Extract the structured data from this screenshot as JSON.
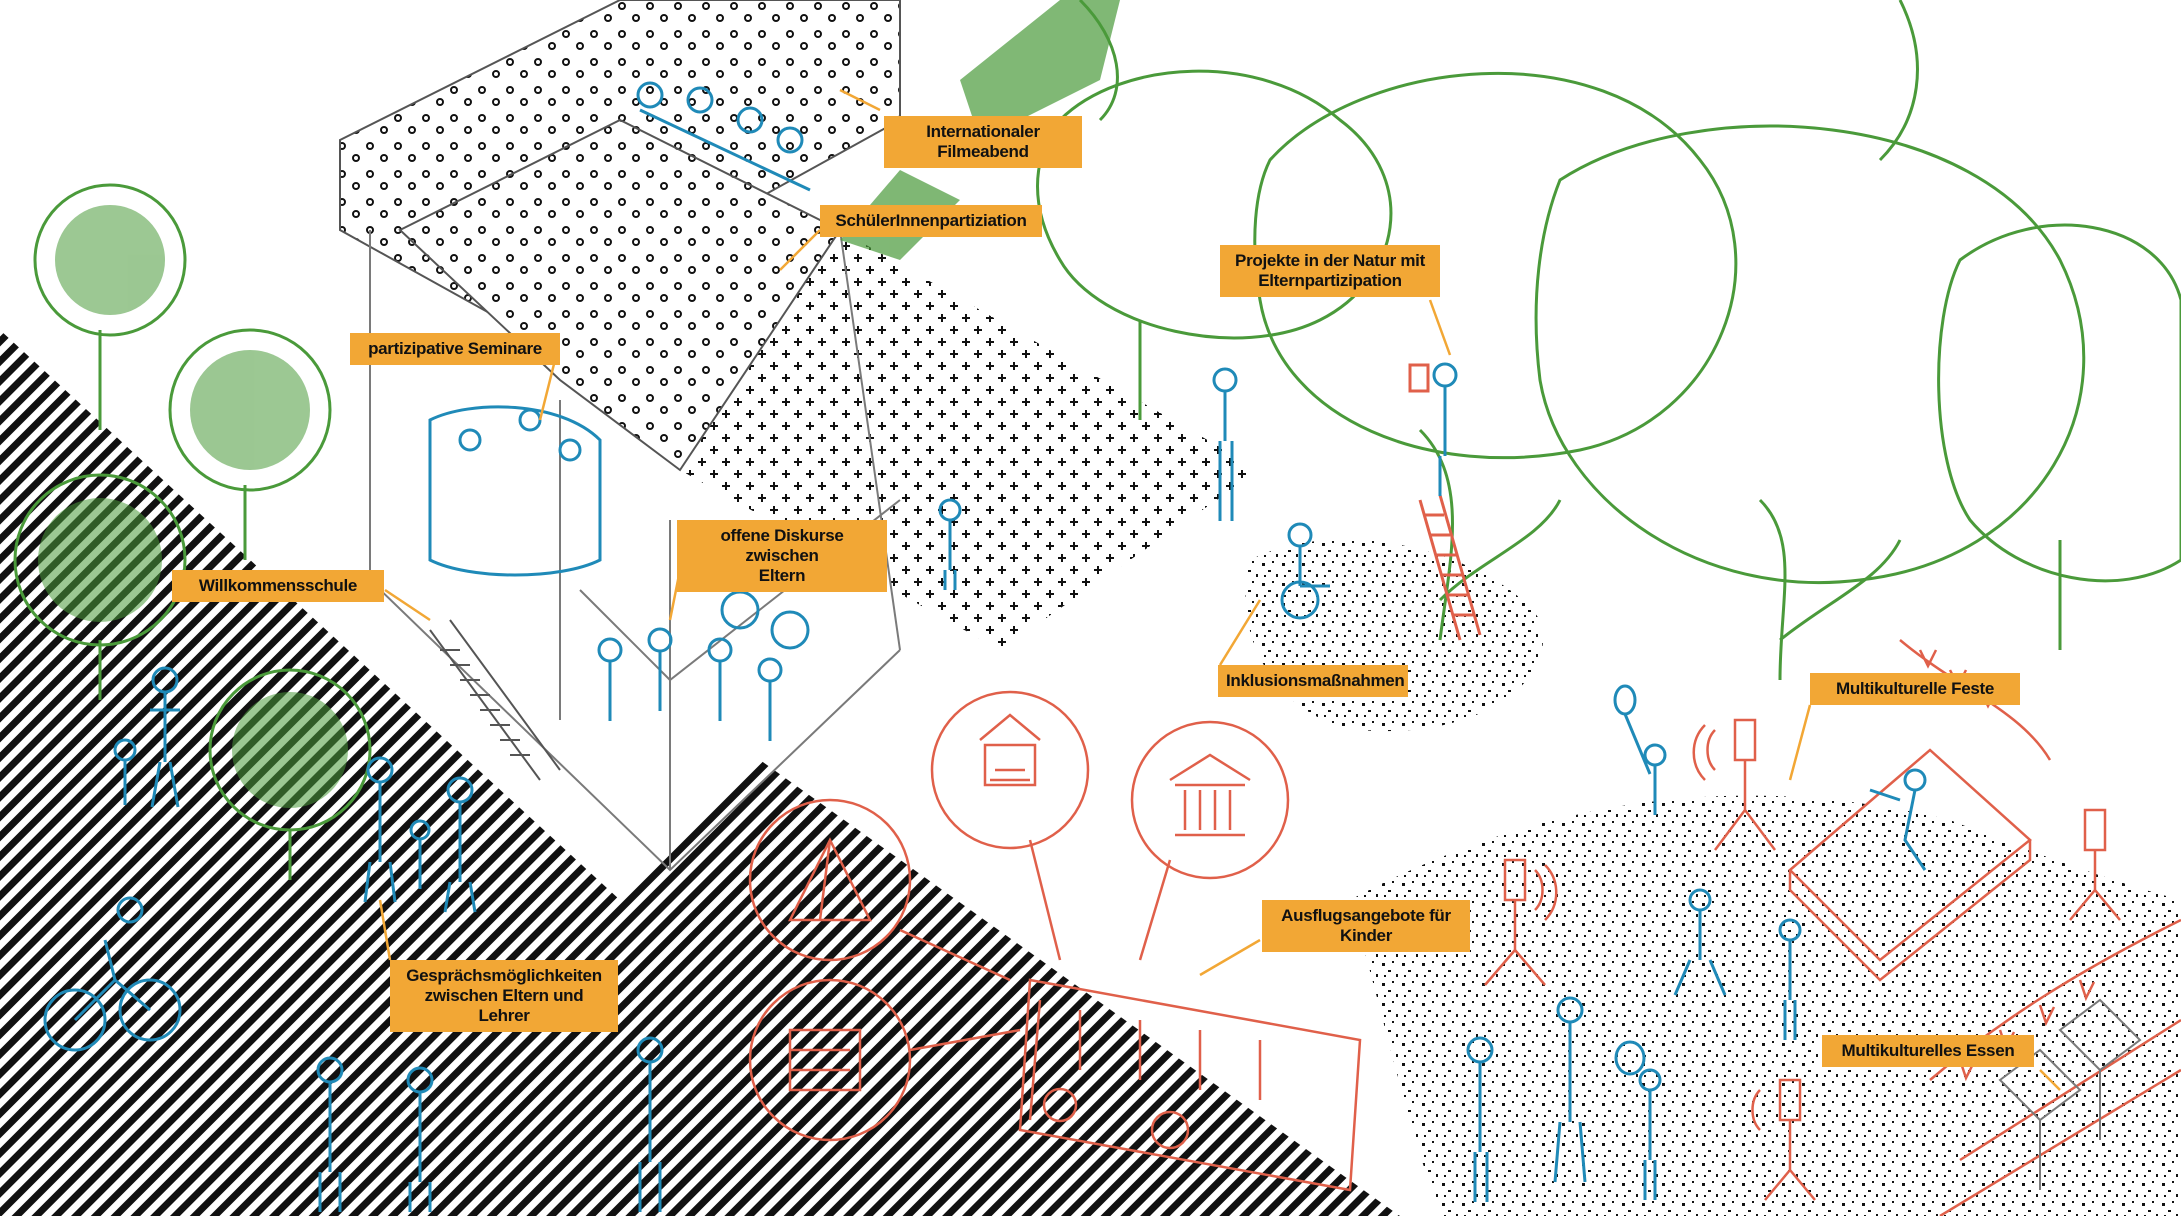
{
  "colors": {
    "label_bg": "#f2a735",
    "people": "#1f8ab8",
    "trees": "#4a9a3a",
    "excursion": "#e0604a",
    "hatch": "#111111",
    "building": "#7a7a7a"
  },
  "labels": {
    "filmabend": "Internationaler\nFilmeabend",
    "schuelerpartizipation": "SchülerInnenpartiziation",
    "natur": "Projekte in der Natur mit\nElternpartizipation",
    "seminare": "partizipative Seminare",
    "diskurse": "offene Diskurse zwischen\nEltern",
    "willkommen": "Willkommensschule",
    "inklusion": "Inklusionsmaßnahmen",
    "feste": "Multikulturelle Feste",
    "ausflug": "Ausflugsangebote für\nKinder",
    "gespraech": "Gesprächsmöglichkeiten\nzwischen Eltern und Lehrer",
    "essen": "Multikulturelles Essen"
  },
  "icons": [
    "tent-icon",
    "book-icon",
    "museum-icon",
    "flag-icon",
    "bus-icon",
    "speaker-icon",
    "balloon-icon",
    "ladder-icon",
    "stairs-icon",
    "bicycle-icon"
  ]
}
